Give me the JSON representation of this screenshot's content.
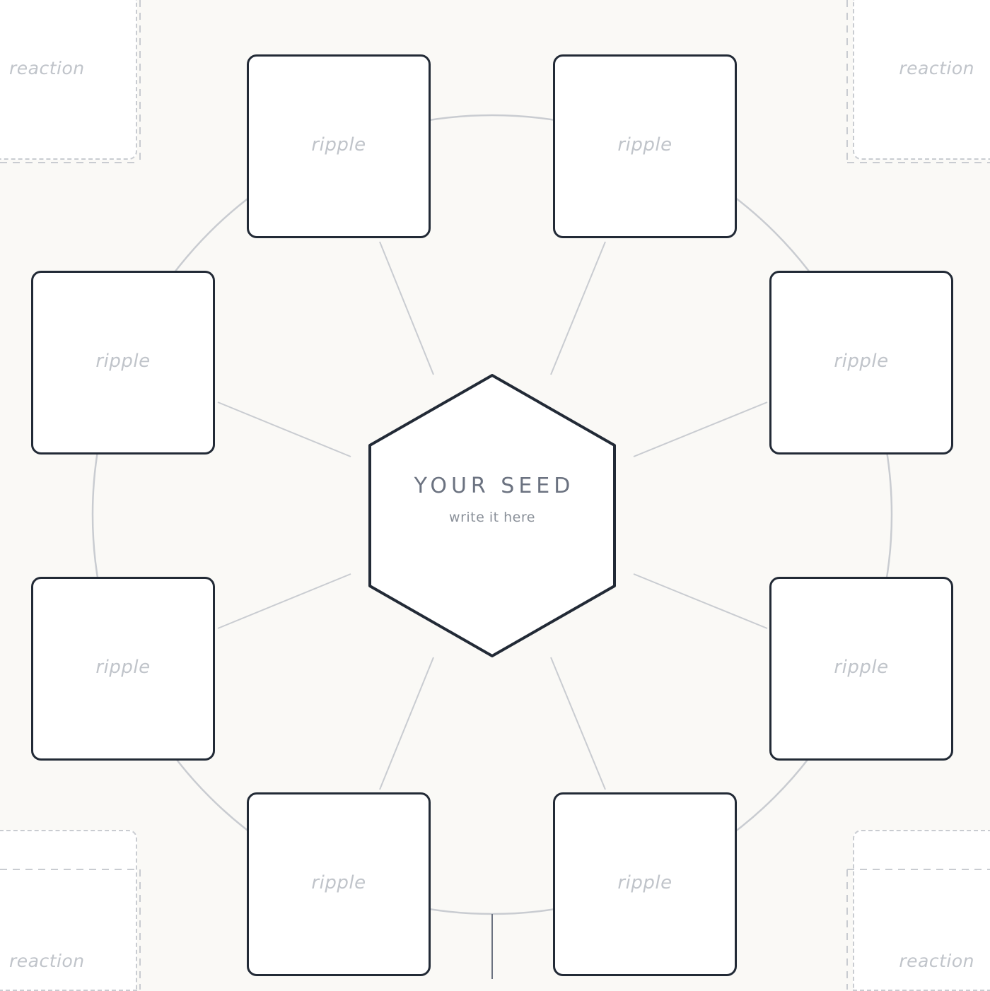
{
  "seed": {
    "title": "YOUR SEED",
    "subtitle": "write it here"
  },
  "ripples": [
    {
      "label": "ripple"
    },
    {
      "label": "ripple"
    },
    {
      "label": "ripple"
    },
    {
      "label": "ripple"
    },
    {
      "label": "ripple"
    },
    {
      "label": "ripple"
    },
    {
      "label": "ripple"
    },
    {
      "label": "ripple"
    }
  ],
  "reactions": {
    "top_left": "reaction",
    "top_right": "reaction",
    "bottom_left": "reaction",
    "bottom_right": "reaction"
  },
  "colors": {
    "background": "#faf9f6",
    "box_border": "#222a36",
    "connector": "#c9ccd1",
    "placeholder_text": "#c0c4ca",
    "seed_text": "#6b7280"
  }
}
